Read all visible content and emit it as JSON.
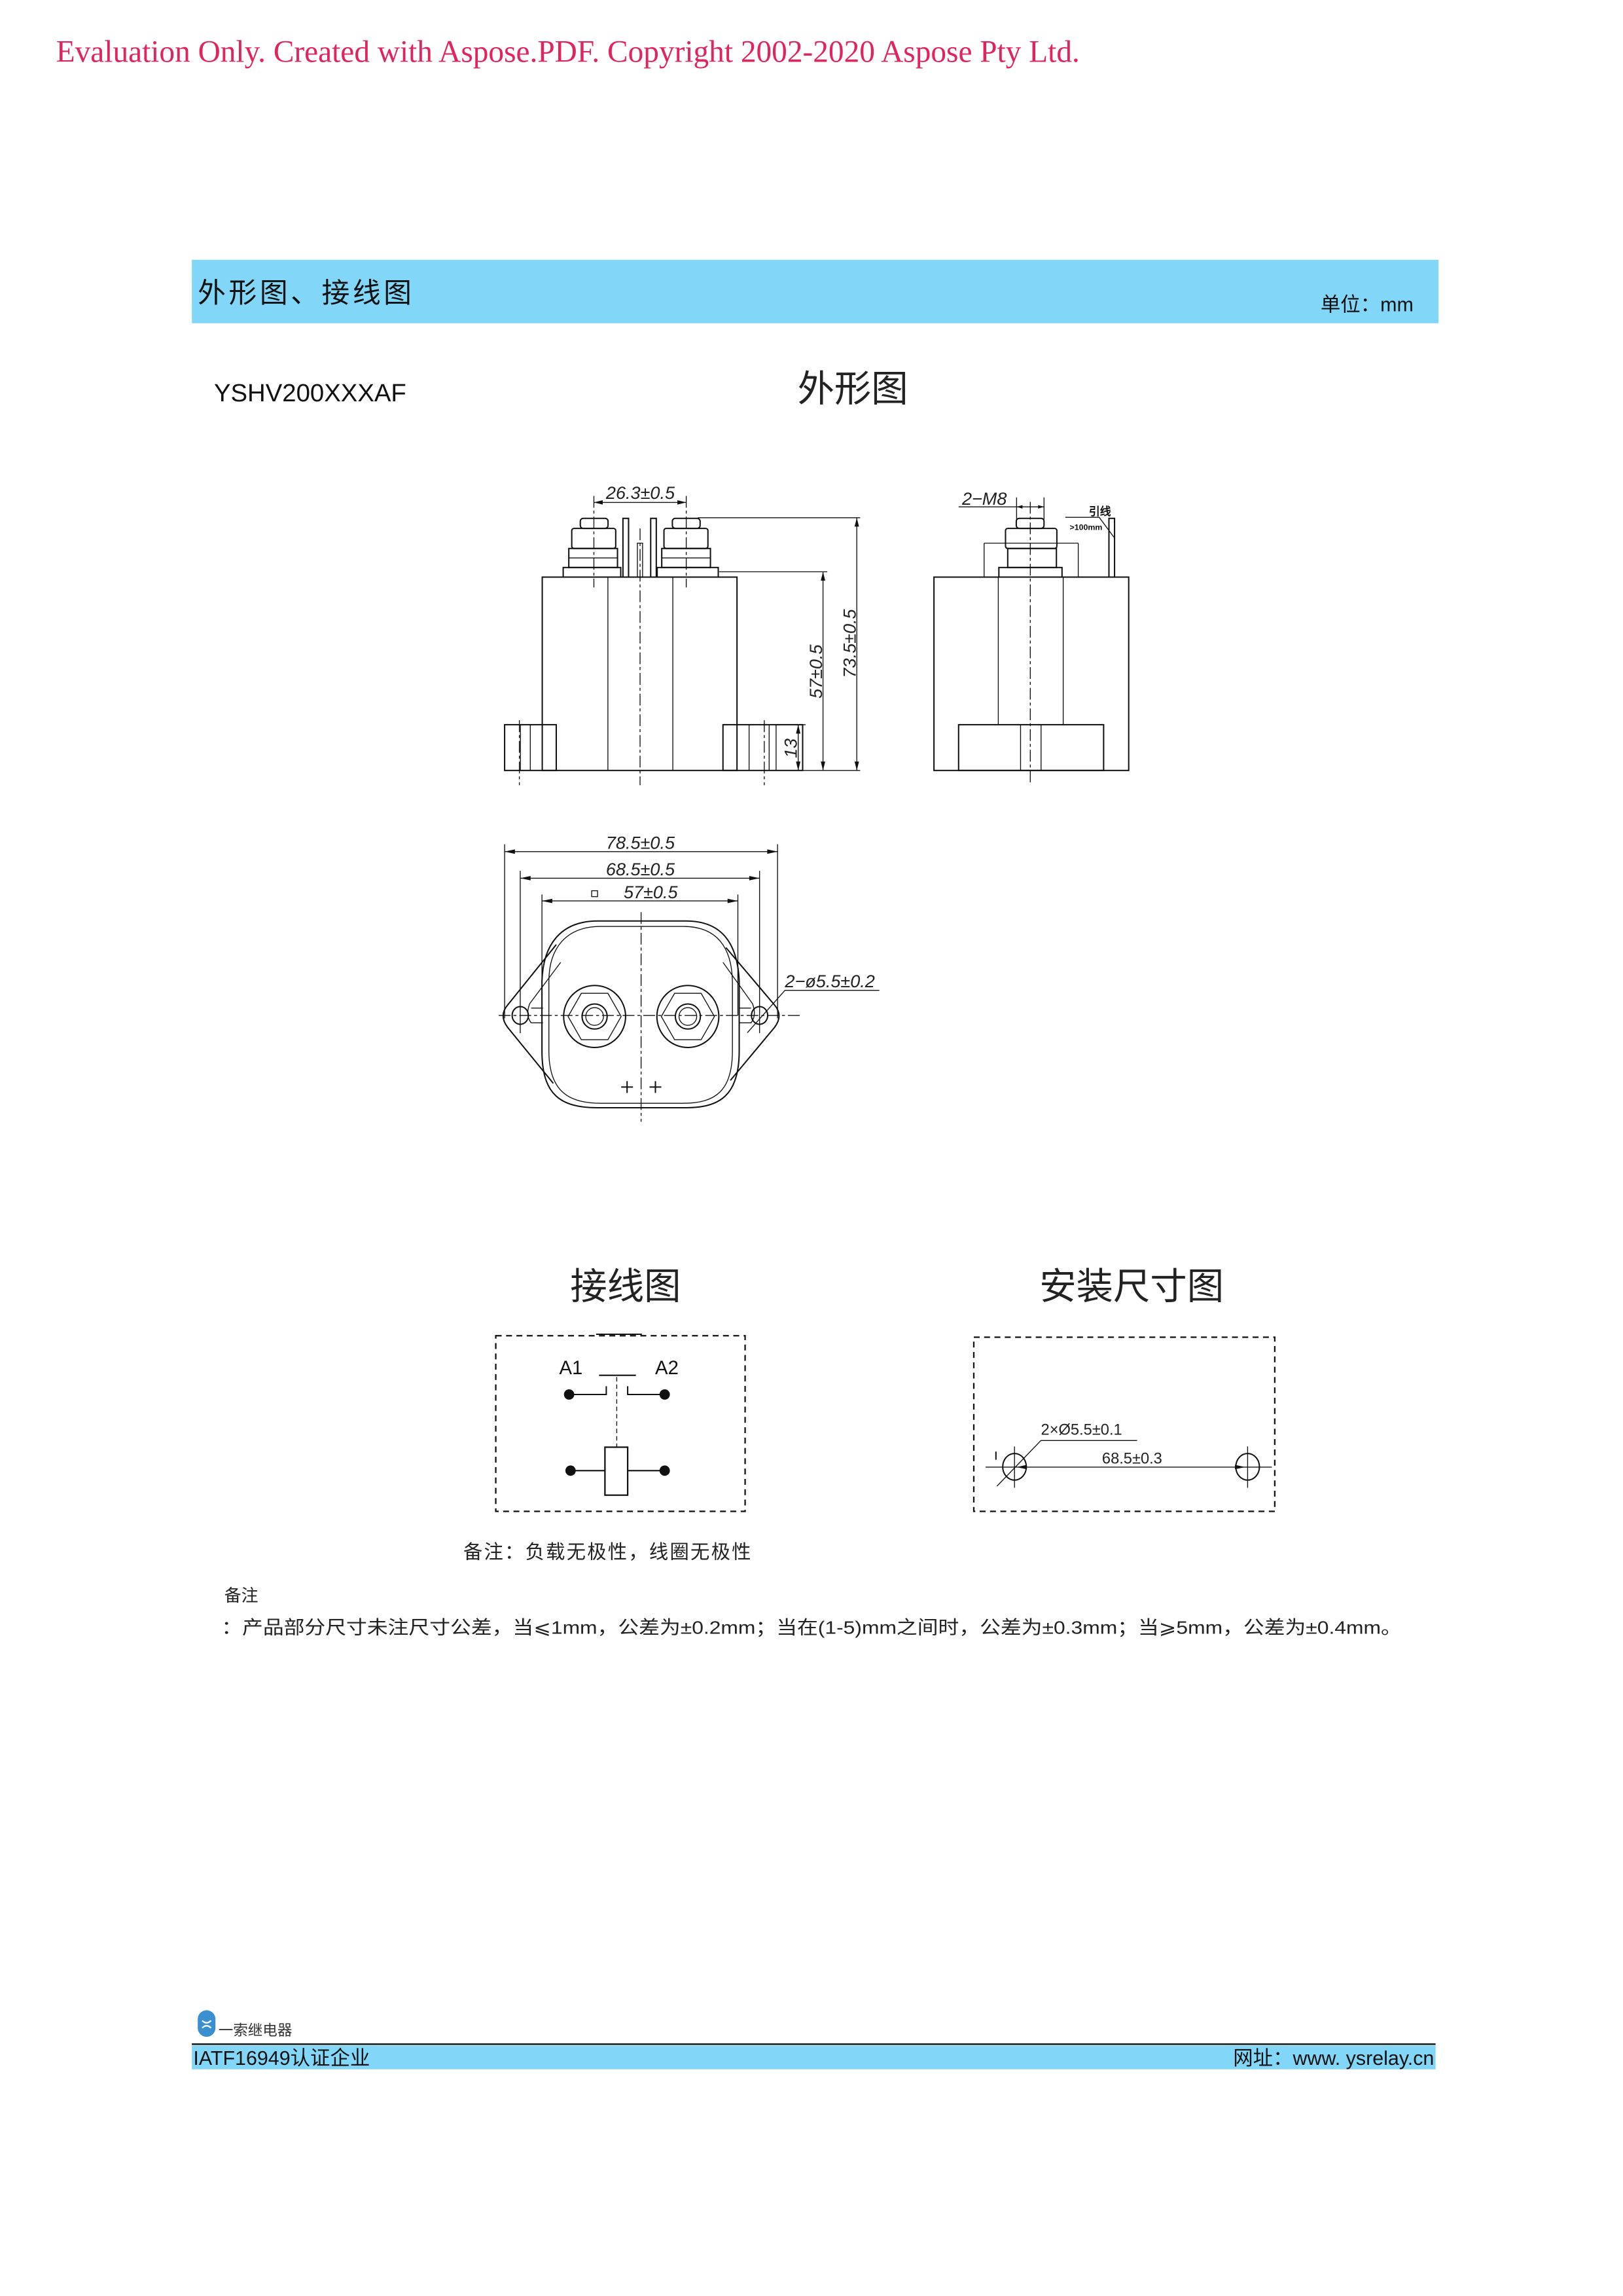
{
  "watermark": "Evaluation Only. Created with Aspose.PDF. Copyright 2002-2020 Aspose Pty Ltd.",
  "colors": {
    "band": "#82d6f7",
    "watermark": "#e0245e"
  },
  "header": {
    "title": "外形图、接线图",
    "unit": "单位：mm"
  },
  "model": "YSHV200XXXAF",
  "outline": {
    "title": "外形图",
    "front": {
      "terminal_pitch": "26.3±0.5",
      "body_height": "57±0.5",
      "total_height": "73.5±0.5",
      "foot_height": "13"
    },
    "side": {
      "thread": "2−M8",
      "lead_label": "引线",
      "lead_length": ">100mm"
    },
    "bottom": {
      "overall_width": "78.5±0.5",
      "hole_pitch": "68.5±0.5",
      "body_width": "57±0.5",
      "hole_dia": "2−ø5.5±0.2"
    }
  },
  "wiring": {
    "title": "接线图",
    "a1": "A1",
    "a2": "A2"
  },
  "mounting": {
    "title": "安装尺寸图",
    "hole_dia": "2×Ø5.5±0.1",
    "hole_pitch": "68.5±0.3"
  },
  "polarity_note": "备注：负载无极性，线圈无极性",
  "notes": {
    "label": "备注",
    "text": "：产品部分尺寸未注尺寸公差，当⩽1mm，公差为±0.2mm；当在(1-5)mm之间时，公差为±0.3mm；当⩾5mm，公差为±0.4mm。"
  },
  "footer": {
    "brand": "一索继电器",
    "cert": "IATF16949认证企业",
    "website": "网址：www. ysrelay.cn"
  }
}
